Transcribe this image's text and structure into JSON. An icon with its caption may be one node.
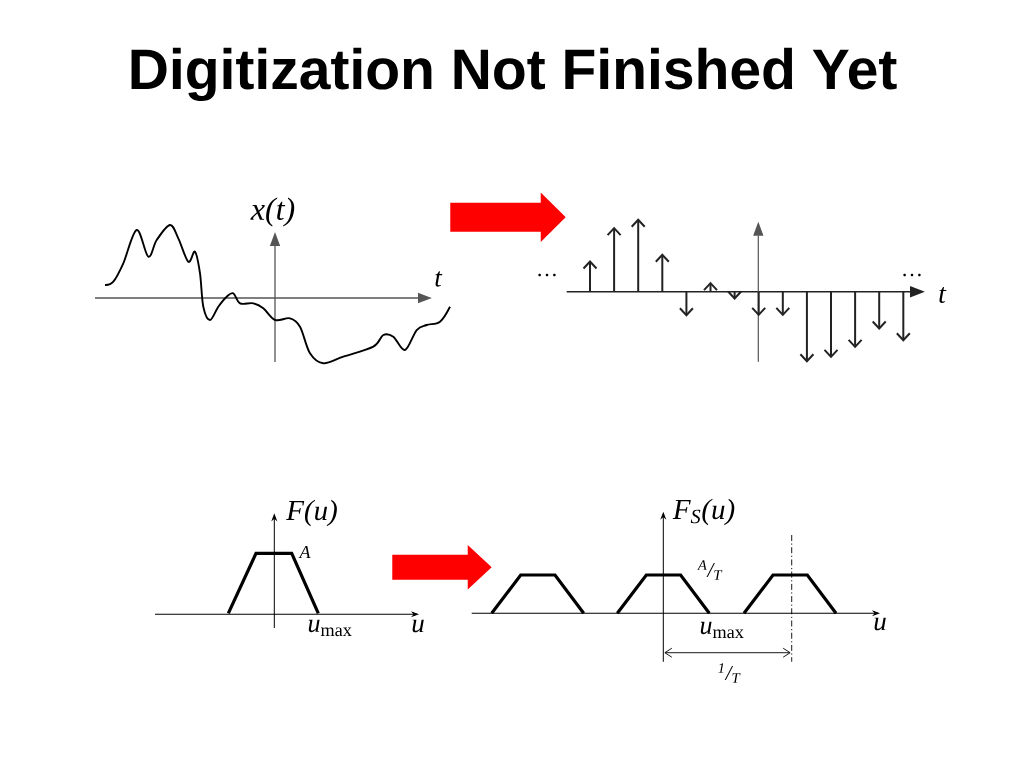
{
  "diagram": {
    "title": "Digitization Not Finished Yet",
    "nodes": [
      {
        "text": [],
        "shape": "picture"
      },
      {
        "text": [],
        "shape": "picture"
      },
      {
        "text": [],
        "shape": "picture"
      },
      {
        "text": [],
        "shape": "picture"
      }
    ],
    "edges": [
      {
        "from": 0,
        "to": 1,
        "arrow": "to",
        "color": "#ff0000"
      },
      {
        "from": 2,
        "to": 3,
        "arrow": "to",
        "color": "#ff0000"
      }
    ],
    "labels": [
      "x(t)",
      "t",
      "…",
      "…",
      "t",
      "F(u)",
      "A",
      "*u*$_{max}$",
      "u",
      "F$_{S}$(u)",
      "$^{A}$/$_{T}$",
      "*u*$_{max}$",
      "u",
      "$^{1}$/$_{T}$"
    ]
  }
}
